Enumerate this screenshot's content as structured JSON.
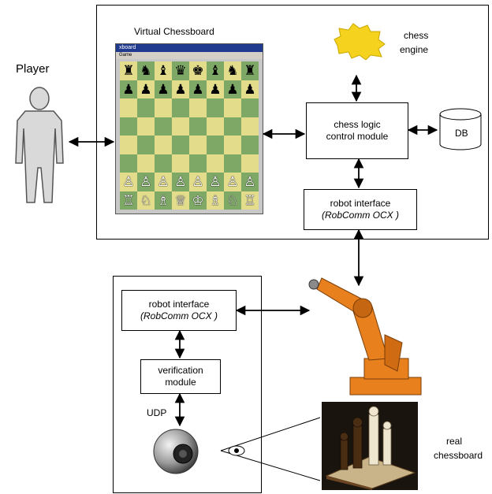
{
  "player": {
    "label": "Player"
  },
  "virtual_board": {
    "title": "Virtual Chessboard",
    "window_title": "xboard",
    "menu": "Game",
    "black_back": [
      "♜",
      "♞",
      "♝",
      "♛",
      "♚",
      "♝",
      "♞",
      "♜"
    ],
    "black_pawns": [
      "♟",
      "♟",
      "♟",
      "♟",
      "♟",
      "♟",
      "♟",
      "♟"
    ],
    "white_pawns": [
      "♙",
      "♙",
      "♙",
      "♙",
      "♙",
      "♙",
      "♙",
      "♙"
    ],
    "white_back": [
      "♖",
      "♘",
      "♗",
      "♕",
      "♔",
      "♗",
      "♘",
      "♖"
    ]
  },
  "chess_engine": {
    "label_line1": "chess",
    "label_line2": "engine"
  },
  "chess_logic": {
    "line1": "chess logic",
    "line2": "control module"
  },
  "db": {
    "label": "DB"
  },
  "robot_interface_top": {
    "line1": "robot interface",
    "line2": "(RobComm OCX )"
  },
  "robot_interface_bottom": {
    "line1": "robot interface",
    "line2": "(RobComm OCX )"
  },
  "verification": {
    "line1": "verification",
    "line2": "module"
  },
  "udp": {
    "label": "UDP"
  },
  "real_board": {
    "line1": "real",
    "line2": "chessboard"
  },
  "colors": {
    "robot_orange": "#e8801e",
    "engine_yellow": "#f5d21e",
    "square_light": "#e3dd8b",
    "square_dark": "#7ea866"
  }
}
